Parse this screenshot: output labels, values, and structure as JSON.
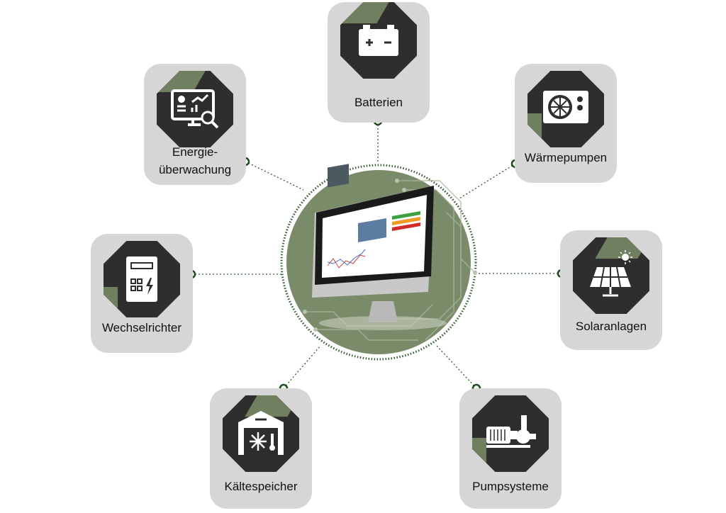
{
  "title": "Energy management hub",
  "colors": {
    "accent": "#6f7f60",
    "card": "#d6d6d6",
    "octagon": "#2e2e2e",
    "connector": "#2f5a2a"
  },
  "nodes": [
    {
      "id": "batterien",
      "label": "Batterien",
      "icon": "battery-icon"
    },
    {
      "id": "energie",
      "label_line1": "Energie-",
      "label_line2": "überwachung",
      "icon": "monitoring-screen-icon"
    },
    {
      "id": "waermepumpen",
      "label": "Wärmepumpen",
      "icon": "heat-pump-icon"
    },
    {
      "id": "wechselrichter",
      "label": "Wechselrichter",
      "icon": "inverter-icon"
    },
    {
      "id": "solaranlagen",
      "label": "Solaranlagen",
      "icon": "solar-panel-icon"
    },
    {
      "id": "kaeltespeicher",
      "label": "Kältespeicher",
      "icon": "cold-storage-icon"
    },
    {
      "id": "pumpsysteme",
      "label": "Pumpsysteme",
      "icon": "pump-icon"
    }
  ],
  "center": {
    "icon": "dashboard-monitor-icon"
  }
}
